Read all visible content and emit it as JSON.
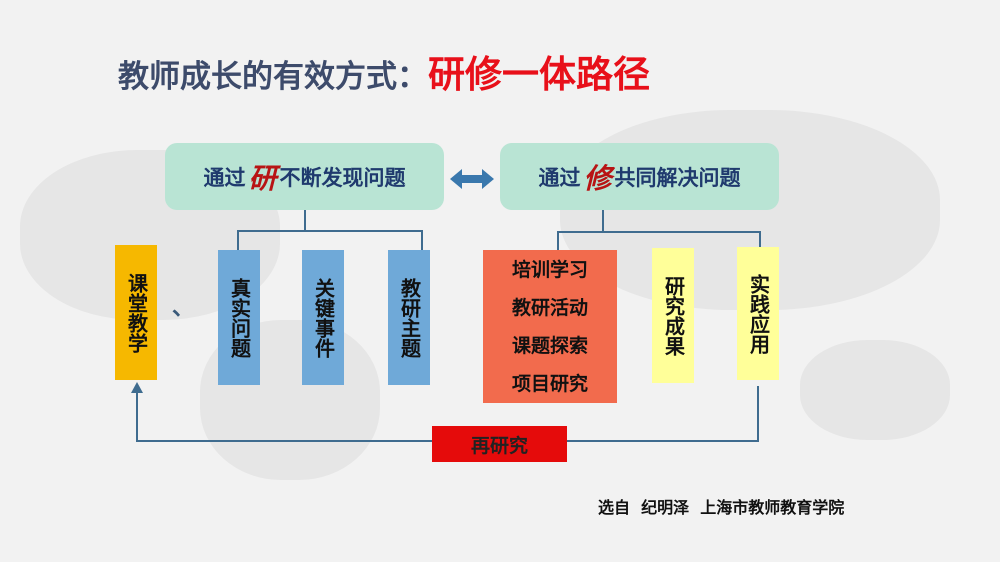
{
  "title": {
    "main": "教师成长的有效方式：",
    "highlight": "研修一体路径"
  },
  "top_left": {
    "prefix": "通过",
    "key": "研",
    "suffix": "不断发现问题"
  },
  "top_right": {
    "prefix": "通过",
    "key": "修",
    "suffix": "共同解决问题"
  },
  "left_items": [
    "课堂教学",
    "真实问题",
    "关键事件",
    "教研主题"
  ],
  "separator": "、",
  "orange_items": [
    "培训学习",
    "教研活动",
    "课题探索",
    "项目研究"
  ],
  "right_items": [
    "研究成果",
    "实践应用"
  ],
  "loop_label": "再研究",
  "caption": "选自  纪明泽  上海市教师教育学院",
  "colors": {
    "title": "#3d4b6b",
    "highlight": "#e8101a",
    "top_box": "#b9e4d4",
    "blue_box": "#6fa9d8",
    "yellow_box": "#f6b800",
    "pale_yellow": "#ffff99",
    "orange": "#f26b4d",
    "red": "#e50b0b"
  }
}
